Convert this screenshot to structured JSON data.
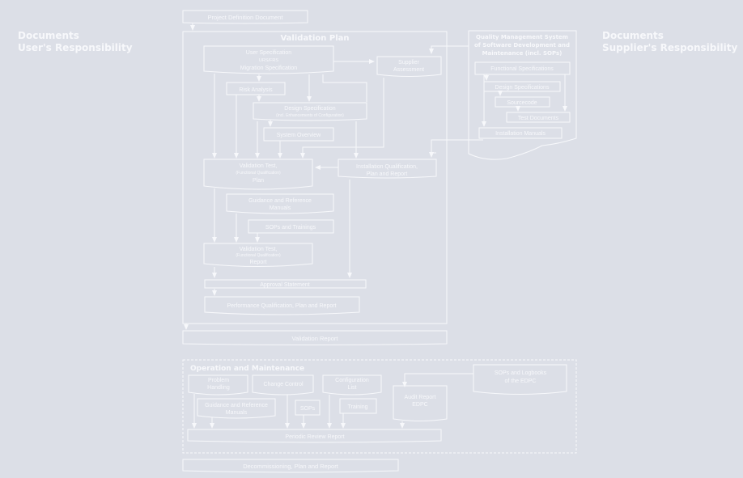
{
  "left_heading": {
    "line1": "Documents",
    "line2": "User's Responsibility"
  },
  "right_heading": {
    "line1": "Documents",
    "line2": "Supplier's Responsibility"
  },
  "top_box": "Project Definition Document",
  "validation_plan": {
    "title": "Validation Plan",
    "user_spec": {
      "line1": "User Specification",
      "line2": "URS/FRS",
      "line3": "Migration Specification"
    },
    "supplier_assessment": {
      "line1": "Supplier",
      "line2": "Assessment"
    },
    "risk_analysis": "Risk Analysis",
    "design_spec": {
      "line1": "Design Specification",
      "line2": "(incl. Enhancements of Configuration)"
    },
    "system_overview": "System Overview",
    "validation_test_plan": {
      "line1": "Validation Test,",
      "line2": "(Functional Qualification)",
      "line3": "Plan"
    },
    "iq_plan": {
      "line1": "Installation Qualification,",
      "line2": "Plan and Report"
    },
    "guidance": {
      "line1": "Guidance and Reference",
      "line2": "Manuals"
    },
    "sops_trainings": "SOPs and Trainings",
    "validation_test_report": {
      "line1": "Validation Test,",
      "line2": "(Functional Qualification)",
      "line3": "Report"
    },
    "approval": "Approval Statement",
    "pq": "Performance Qualification, Plan and Report"
  },
  "qms": {
    "title": [
      "Quality Management System",
      "of Software Development and",
      "Maintenance (incl. SOPs)"
    ],
    "functional_specs": "Functional Specifications",
    "design_specs": "Design Specifications",
    "sourcecode": "Sourcecode",
    "test_documents": "Test Documents",
    "installation_manuals": "Installation Manuals"
  },
  "validation_report": "Validation Report",
  "operation": {
    "title": "Operation and Maintenance",
    "problem_handling": {
      "line1": "Problem",
      "line2": "Handling"
    },
    "change_control": "Change Control",
    "configuration_list": {
      "line1": "Configuration",
      "line2": "List"
    },
    "sops_logbooks": {
      "line1": "SOPs and Logbooks",
      "line2": "of the EDPC"
    },
    "audit_report": {
      "line1": "Audit Report",
      "line2": "EDPC"
    },
    "guidance": {
      "line1": "Guidance and Reference",
      "line2": "Manuals"
    },
    "sops": "SOPs",
    "training": "Training",
    "periodic_review": "Periodic Review Report"
  },
  "decommissioning": "Decommissioning, Plan and Report",
  "colors": {
    "background": "#dcdfe7",
    "line": "#f7f8fb"
  }
}
